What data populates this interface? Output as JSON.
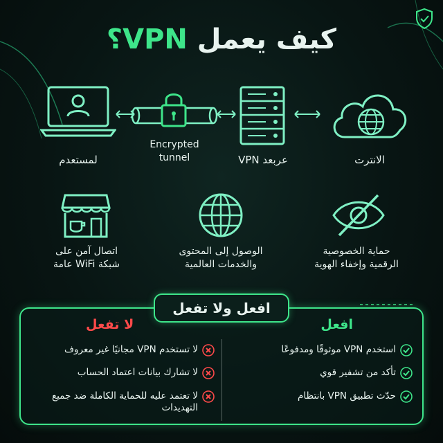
{
  "title": {
    "main": "كيف يعمل",
    "accent": "VPN",
    "mark": "؟"
  },
  "flow": {
    "user": "لمستعدم",
    "tunnel_line1": "Encrypted",
    "tunnel_line2": "tunnel",
    "server": "عربعد VPN",
    "internet": "الانترت"
  },
  "features": [
    {
      "icon": "storefront-icon",
      "line1": "اتصال آمن على",
      "line2": "شبكة WiFi عامة"
    },
    {
      "icon": "globe-icon",
      "line1": "الوصول إلى المحتوى",
      "line2": "والخدمات العالمية"
    },
    {
      "icon": "eye-slash-icon",
      "line1": "حماية الخصوصية",
      "line2": "الرقمية وإخفاء الهوية"
    }
  ],
  "panel": {
    "title": "افعل ولا تفعل",
    "do_title": "افعل",
    "dont_title": "لا تفعل",
    "do_items": [
      "استخدم VPN موثوقًا ومدفوعًا",
      "تأكد من تشفير قوي",
      "حدّث تطبيق VPN بانتظام"
    ],
    "dont_items": [
      "لا تستخدم VPN مجانيًا غير معروف",
      "لا تشارك بيانات اعتماد الحساب",
      "لا تعتمد عليه للحماية الكاملة ضد جميع التهديدات"
    ]
  },
  "colors": {
    "accent": "#3ee58a",
    "danger": "#ff4a4a",
    "icon": "#7ff0c4"
  }
}
